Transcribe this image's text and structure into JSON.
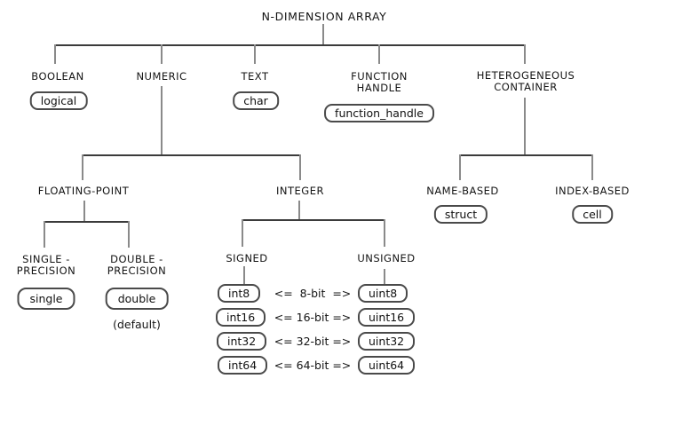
{
  "title": "N-DIMENSION ARRAY",
  "colors": {
    "background": "#ffffff",
    "horizontal_line": "#3b3b3b",
    "vertical_line": "#8a8a8a",
    "pill_border": "#4a4a4a",
    "text": "#141414"
  },
  "nodes": {
    "boolean": {
      "label": "BOOLEAN",
      "type": "logical"
    },
    "numeric": {
      "label": "NUMERIC"
    },
    "text": {
      "label": "TEXT",
      "type": "char"
    },
    "function_handle": {
      "label1": "FUNCTION",
      "label2": "HANDLE",
      "type": "function_handle"
    },
    "heterogeneous": {
      "label1": "HETEROGENEOUS",
      "label2": "CONTAINER"
    },
    "floating_point": {
      "label": "FLOATING-POINT"
    },
    "integer": {
      "label": "INTEGER"
    },
    "single_precision": {
      "label1": "SINGLE -",
      "label2": "PRECISION",
      "type": "single"
    },
    "double_precision": {
      "label1": "DOUBLE -",
      "label2": "PRECISION",
      "type": "double",
      "note": "(default)"
    },
    "signed": {
      "label": "SIGNED"
    },
    "unsigned": {
      "label": "UNSIGNED"
    },
    "name_based": {
      "label": "NAME-BASED",
      "type": "struct"
    },
    "index_based": {
      "label": "INDEX-BASED",
      "type": "cell"
    }
  },
  "integer_rows": [
    {
      "signed": "int8",
      "relation": "<=  8-bit  =>",
      "unsigned": "uint8"
    },
    {
      "signed": "int16",
      "relation": "<= 16-bit =>",
      "unsigned": "uint16"
    },
    {
      "signed": "int32",
      "relation": "<= 32-bit =>",
      "unsigned": "uint32"
    },
    {
      "signed": "int64",
      "relation": "<= 64-bit =>",
      "unsigned": "uint64"
    }
  ]
}
